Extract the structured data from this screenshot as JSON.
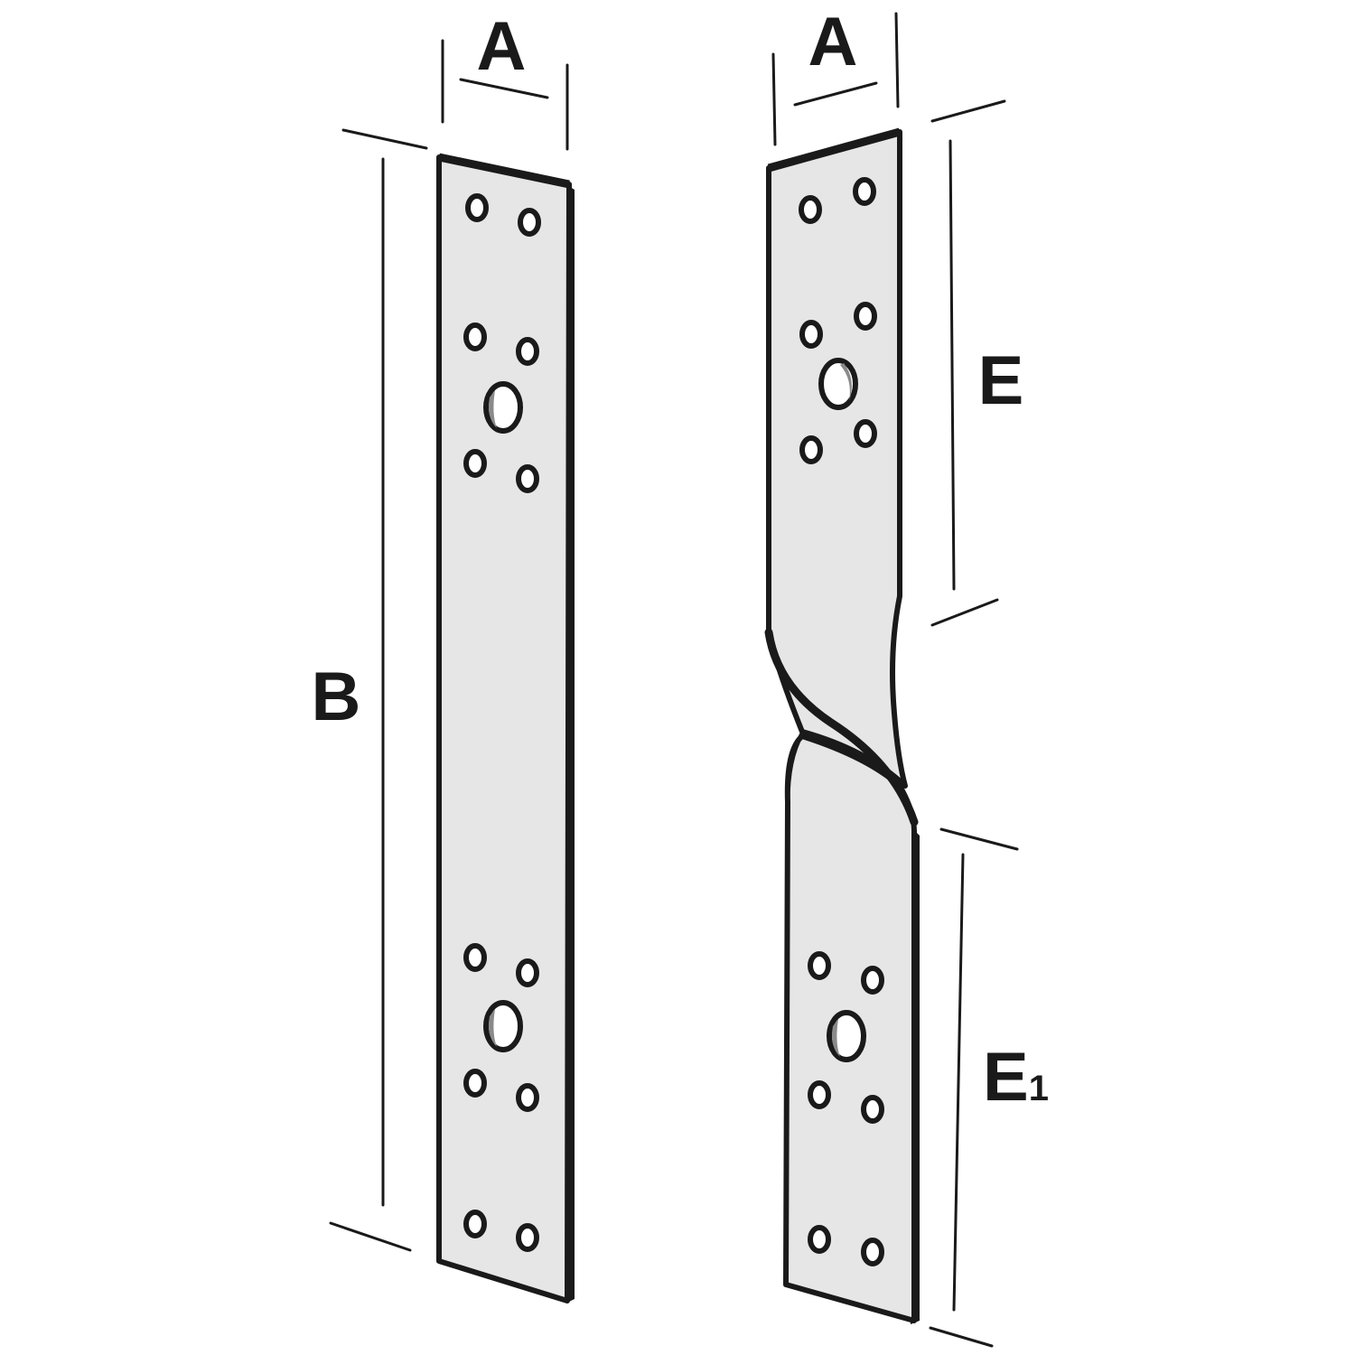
{
  "labels": {
    "a_left": "A",
    "b": "B",
    "a_right": "A",
    "e": "E",
    "e1_main": "E",
    "e1_sub": "1"
  },
  "colors": {
    "plate_fill": "#e6e6e6",
    "outline": "#1a1a1a",
    "hole_shade": "#8a8a8a",
    "background": "#ffffff"
  }
}
